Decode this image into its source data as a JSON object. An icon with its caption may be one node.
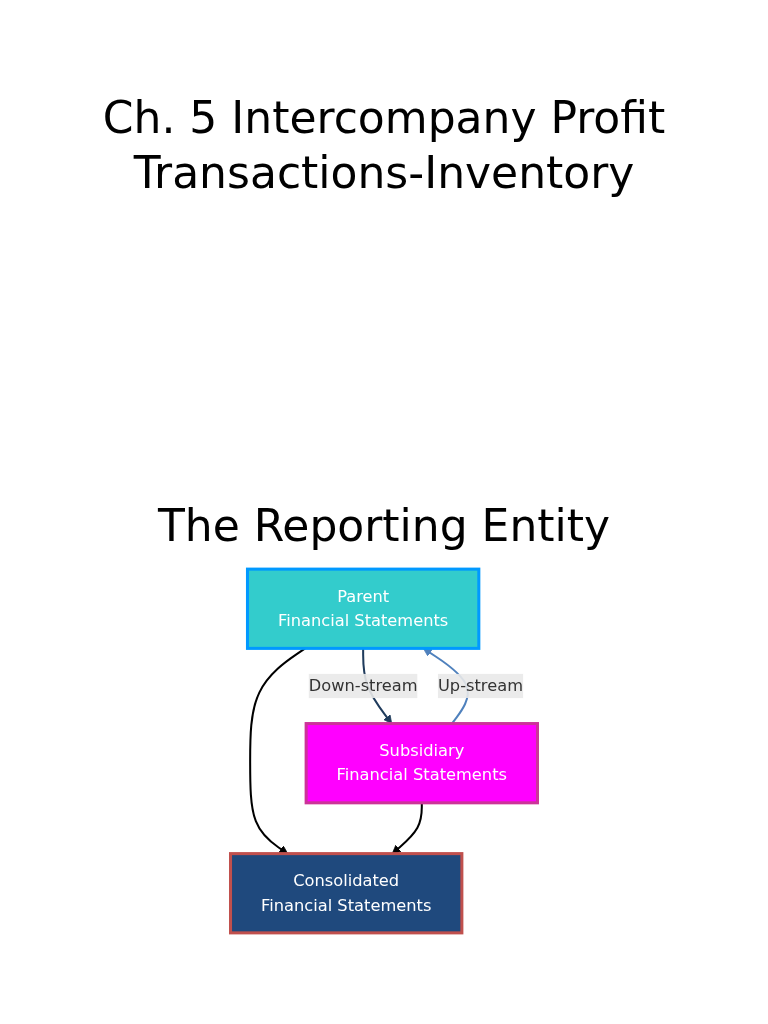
{
  "diagram": {
    "title": "Ch. 5 Intercompany Profit Transactions-Inventory",
    "nodes": [
      {
        "text": [
          "Parent",
          "Financial Statements"
        ]
      },
      {
        "text": [
          "Subsidiary",
          "Financial Statements"
        ]
      },
      {
        "text": [
          "Consolidated",
          "Financial Statements"
        ]
      }
    ],
    "edges": [
      {
        "from": 0,
        "to": 1,
        "arrow": "to",
        "label": "Down-stream",
        "color": "#1f3b5c"
      },
      {
        "from": 1,
        "to": 0,
        "arrow": "to",
        "label": "Up-stream",
        "color": "#4f81bd"
      },
      {
        "from": 0,
        "to": 2,
        "arrow": "to"
      },
      {
        "from": 1,
        "to": 2,
        "arrow": "to"
      }
    ],
    "labels": [
      "The Reporting Entity"
    ]
  }
}
